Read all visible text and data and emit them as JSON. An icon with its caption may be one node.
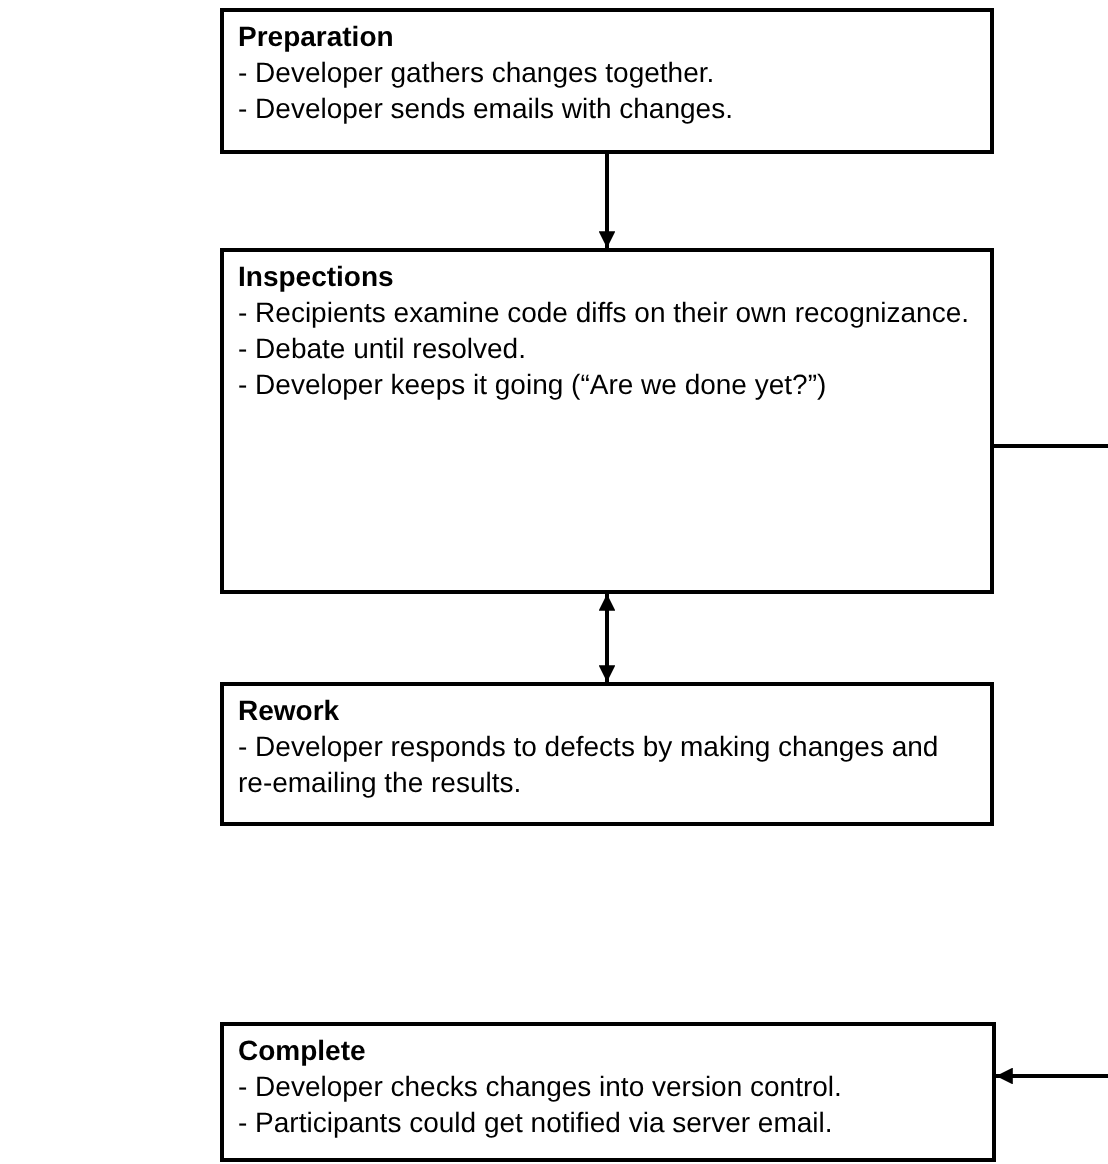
{
  "diagram": {
    "nodes": [
      {
        "text": [
          "Preparation",
          "- Developer gathers changes together.",
          "- Developer sends emails with changes."
        ]
      },
      {
        "text": [
          "Inspections",
          "- Recipients examine code diffs on their own recognizance.",
          "- Debate until resolved.",
          "- Developer keeps it going (“Are we done yet?”)"
        ]
      },
      {
        "text": [
          "Rework",
          "- Developer responds to defects by making changes and re-emailing the results."
        ]
      },
      {
        "text": [
          "Complete",
          "- Developer checks changes into version control.",
          "- Participants could get notified via server email."
        ]
      }
    ],
    "edges": [
      {
        "from": 0,
        "to": 1,
        "arrow": "to"
      },
      {
        "from": 1,
        "to": 2,
        "arrow": "both"
      },
      {
        "from": 1,
        "to": null,
        "arrow": "none"
      },
      {
        "from": null,
        "to": 3,
        "arrow": "to"
      }
    ]
  }
}
